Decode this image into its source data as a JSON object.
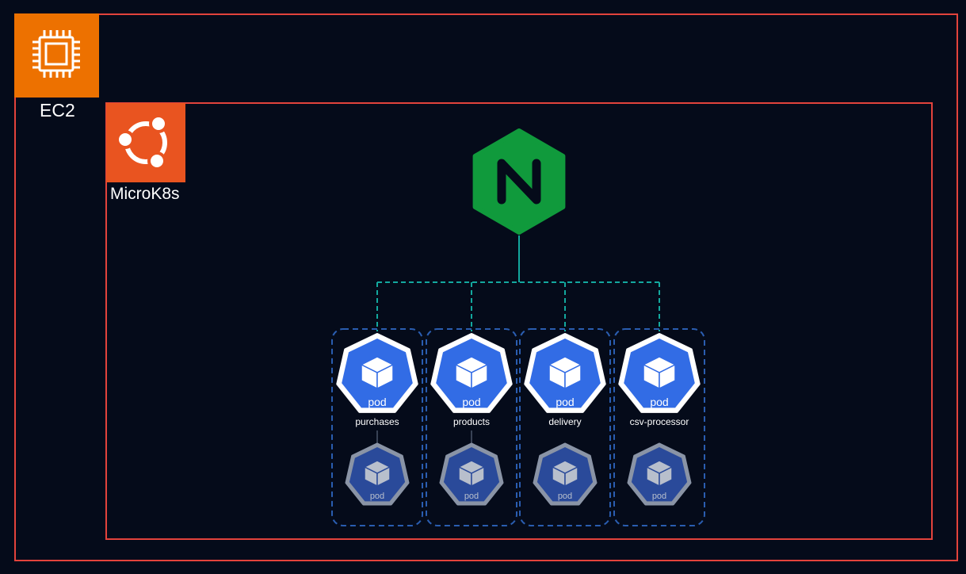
{
  "ec2": {
    "label": "EC2",
    "icon": "ec2-chip-icon",
    "color": "#ed7100"
  },
  "microk8s": {
    "label": "MicroK8s",
    "icon": "ubuntu-icon",
    "color": "#e95420"
  },
  "ingress": {
    "icon": "nginx-icon",
    "letter": "N",
    "color": "#109a3c"
  },
  "frame_color": "#e3433c",
  "services": [
    {
      "name": "purchases",
      "pod_label": "pod",
      "replica_label": "pod"
    },
    {
      "name": "products",
      "pod_label": "pod",
      "replica_label": "pod"
    },
    {
      "name": "delivery",
      "pod_label": "pod",
      "replica_label": "pod"
    },
    {
      "name": "csv-processor",
      "pod_label": "pod",
      "replica_label": "pod"
    }
  ]
}
